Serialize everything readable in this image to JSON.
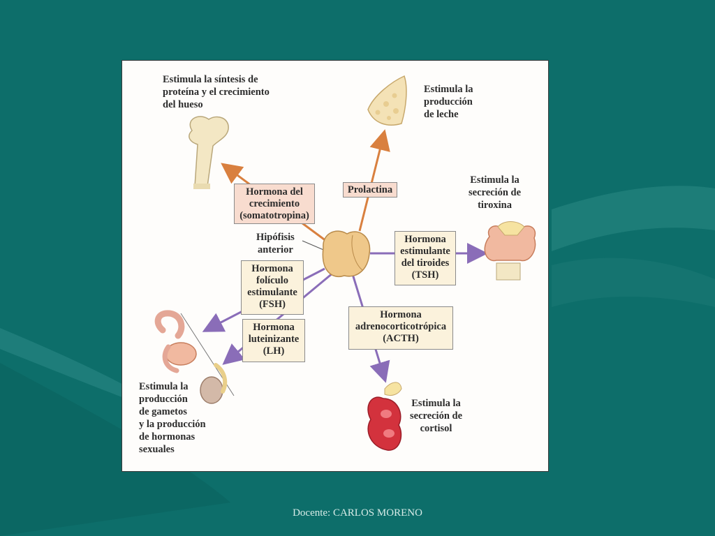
{
  "diagram": {
    "gland_label": [
      "Hipófisis",
      "anterior"
    ],
    "hormones": {
      "gh": [
        "Hormona del",
        "crecimiento",
        "(somatotropina)"
      ],
      "prl": [
        "Prolactina"
      ],
      "tsh": [
        "Hormona",
        "estimulante",
        "del tiroides",
        "(TSH)"
      ],
      "fsh": [
        "Hormona",
        "folículo",
        "estimulante",
        "(FSH)"
      ],
      "lh": [
        "Hormona",
        "luteinizante",
        "(LH)"
      ],
      "acth": [
        "Hormona",
        "adrenocorticotrópica",
        "(ACTH)"
      ]
    },
    "effects": {
      "bone": [
        "Estimula la síntesis de",
        "proteína y el crecimiento",
        "del hueso"
      ],
      "breast": [
        "Estimula la",
        "producción",
        "de leche"
      ],
      "thyroid": [
        "Estimula la",
        "secreción de",
        "tiroxina"
      ],
      "gonads": [
        "Estimula la",
        "producción",
        "de gametos",
        "y la producción",
        "de hormonas",
        "sexuales"
      ],
      "adrenal": [
        "Estimula la",
        "secreción de",
        "cortisol"
      ]
    },
    "colors": {
      "orange_arrow": "#d9803f",
      "purple_arrow": "#8a6db8",
      "gland": "#efc88a"
    },
    "icons": [
      "bone-icon",
      "breast-icon",
      "thyroid-icon",
      "gonads-icon",
      "adrenal-kidney-icon",
      "pituitary-icon"
    ]
  },
  "footer": {
    "text": "Docente: CARLOS MORENO"
  }
}
